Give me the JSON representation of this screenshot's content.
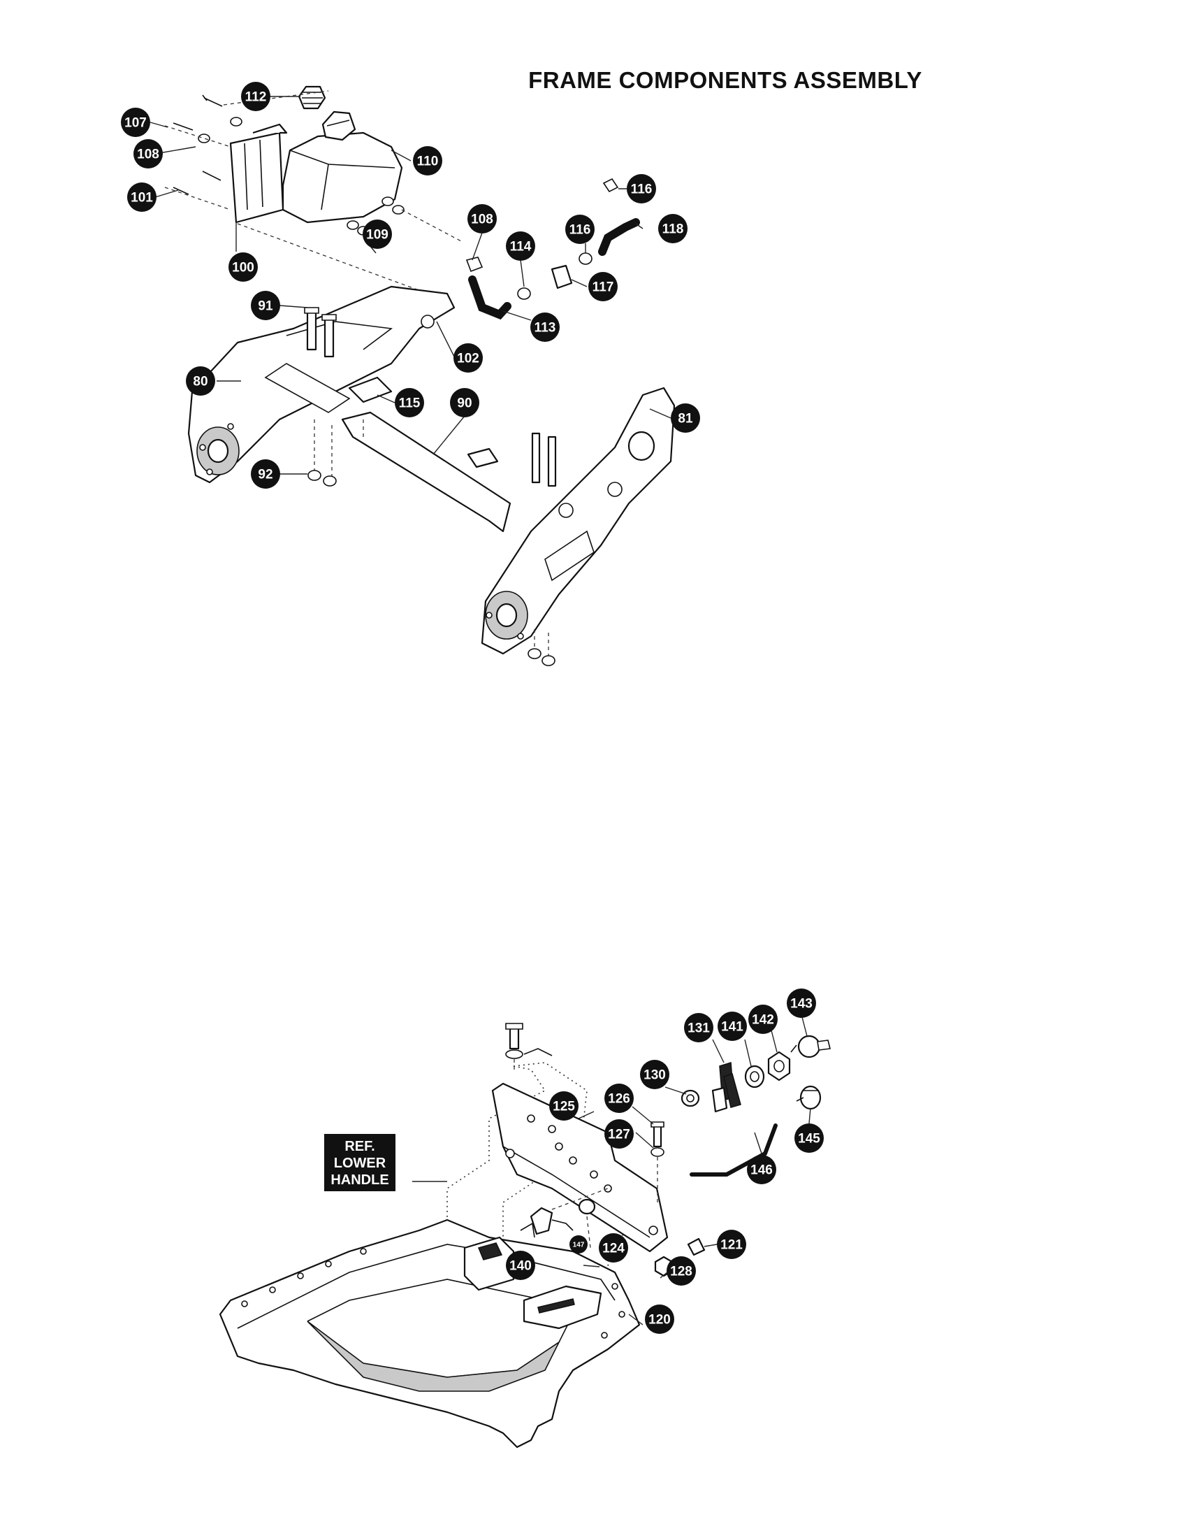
{
  "title": "FRAME COMPONENTS ASSEMBLY",
  "ref_label": [
    "REF.",
    "LOWER",
    "HANDLE"
  ],
  "callouts_top": [
    "112",
    "107",
    "108",
    "101",
    "110",
    "100",
    "109",
    "108",
    "114",
    "116",
    "116",
    "118",
    "117",
    "113",
    "91",
    "102",
    "80",
    "115",
    "90",
    "81",
    "92"
  ],
  "callouts_bottom": [
    "131",
    "141",
    "142",
    "143",
    "130",
    "126",
    "125",
    "127",
    "145",
    "146",
    "121",
    "147",
    "124",
    "140",
    "128",
    "120"
  ]
}
